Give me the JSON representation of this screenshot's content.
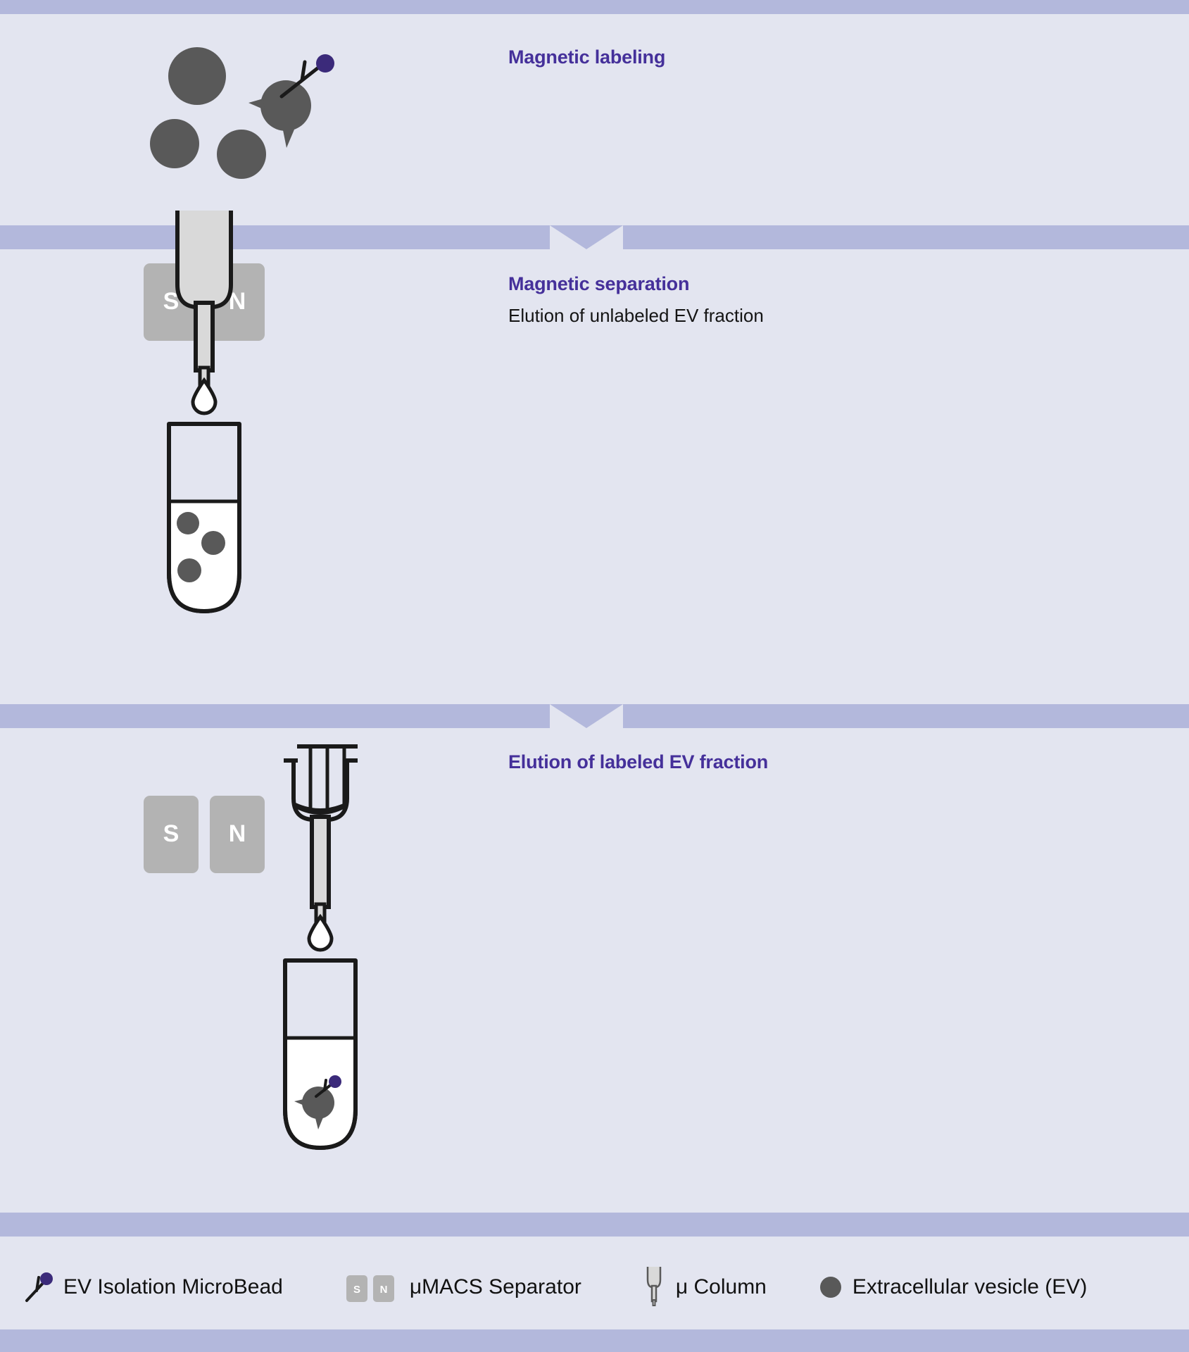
{
  "figure": {
    "background_color": "#e3e5f0",
    "band_color": "#b3b8dc",
    "accent_color": "#45309a",
    "vesicle_color": "#595959",
    "bead_color": "#3b2a7a",
    "magnet_color": "#b3b3b3",
    "column_fill": "#d9d9d9",
    "outline_color": "#1a1a1a"
  },
  "panels": [
    {
      "id": "panel-magnetic-labeling",
      "title": "Magnetic labeling",
      "subtitle": ""
    },
    {
      "id": "panel-magnetic-separation",
      "title": "Magnetic separation",
      "subtitle": "Elution of unlabeled EV fraction"
    },
    {
      "id": "panel-elution-labeled",
      "title": "Elution of labeled EV fraction",
      "subtitle": ""
    }
  ],
  "magnets": {
    "south_label": "S",
    "north_label": "N"
  },
  "legend": {
    "items": [
      {
        "icon": "ev-isolation-microbead-icon",
        "label": "EV Isolation MicroBead"
      },
      {
        "icon": "umacs-separator-icon",
        "label": "μMACS Separator"
      },
      {
        "icon": "micro-column-icon",
        "label": "μ Column"
      },
      {
        "icon": "extracellular-vesicle-icon",
        "label": "Extracellular vesicle (EV)"
      }
    ],
    "magnet_south": "S",
    "magnet_north": "N"
  }
}
